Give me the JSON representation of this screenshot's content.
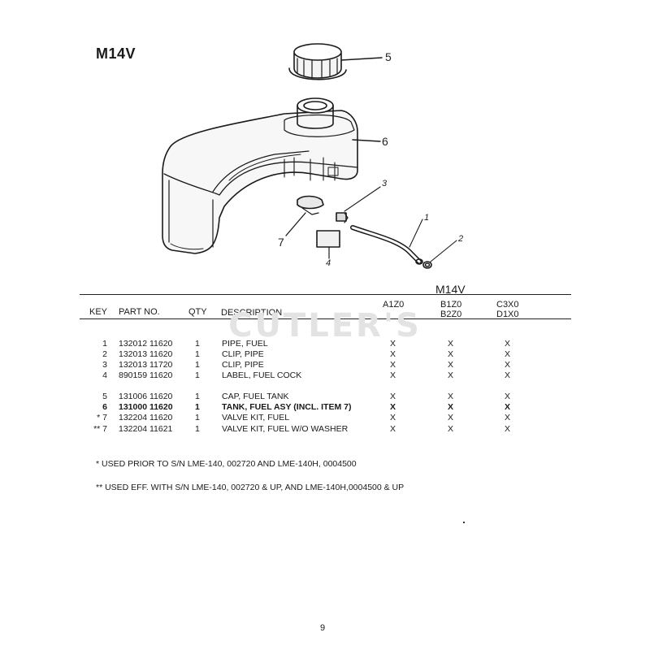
{
  "page": {
    "model_title": "M14V",
    "watermark": "CUTLER'S",
    "page_number": "9"
  },
  "callouts": [
    "5",
    "6",
    "3",
    "1",
    "2",
    "7",
    "4"
  ],
  "table": {
    "model_heading": "M14V",
    "headers": {
      "key": "KEY",
      "part_no": "PART NO.",
      "qty": "QTY",
      "description": "DESCRIPTION",
      "col1": "A1Z0",
      "col2_line1": "B1Z0",
      "col2_line2": "B2Z0",
      "col3_line1": "C3X0",
      "col3_line2": "D1X0"
    },
    "rows": [
      {
        "key": "1",
        "part_no": "132012 11620",
        "qty": "1",
        "description": "PIPE, FUEL",
        "c1": "X",
        "c2": "X",
        "c3": "X"
      },
      {
        "key": "2",
        "part_no": "132013 11620",
        "qty": "1",
        "description": "CLIP, PIPE",
        "c1": "X",
        "c2": "X",
        "c3": "X"
      },
      {
        "key": "3",
        "part_no": "132013 11720",
        "qty": "1",
        "description": "CLIP, PIPE",
        "c1": "X",
        "c2": "X",
        "c3": "X"
      },
      {
        "key": "4",
        "part_no": "890159 11620",
        "qty": "1",
        "description": "LABEL, FUEL COCK",
        "c1": "X",
        "c2": "X",
        "c3": "X"
      },
      {
        "key": "5",
        "part_no": "131006 11620",
        "qty": "1",
        "description": "CAP, FUEL TANK",
        "c1": "X",
        "c2": "X",
        "c3": "X"
      },
      {
        "key": "6",
        "part_no": "131000 11620",
        "qty": "1",
        "description": "TANK, FUEL ASY (INCL. ITEM 7)",
        "c1": "X",
        "c2": "X",
        "c3": "X"
      },
      {
        "key": "* 7",
        "part_no": "132204 11620",
        "qty": "1",
        "description": "VALVE KIT, FUEL",
        "c1": "X",
        "c2": "X",
        "c3": "X"
      },
      {
        "key": "** 7",
        "part_no": "132204 11621",
        "qty": "1",
        "description": "VALVE KIT, FUEL W/O WASHER",
        "c1": "X",
        "c2": "X",
        "c3": "X"
      }
    ]
  },
  "notes": [
    "* USED PRIOR TO  S/N LME-140, 002720 AND LME-140H, 0004500",
    "** USED EFF. WITH S/N LME-140, 002720 & UP, AND LME-140H,0004500 & UP"
  ]
}
